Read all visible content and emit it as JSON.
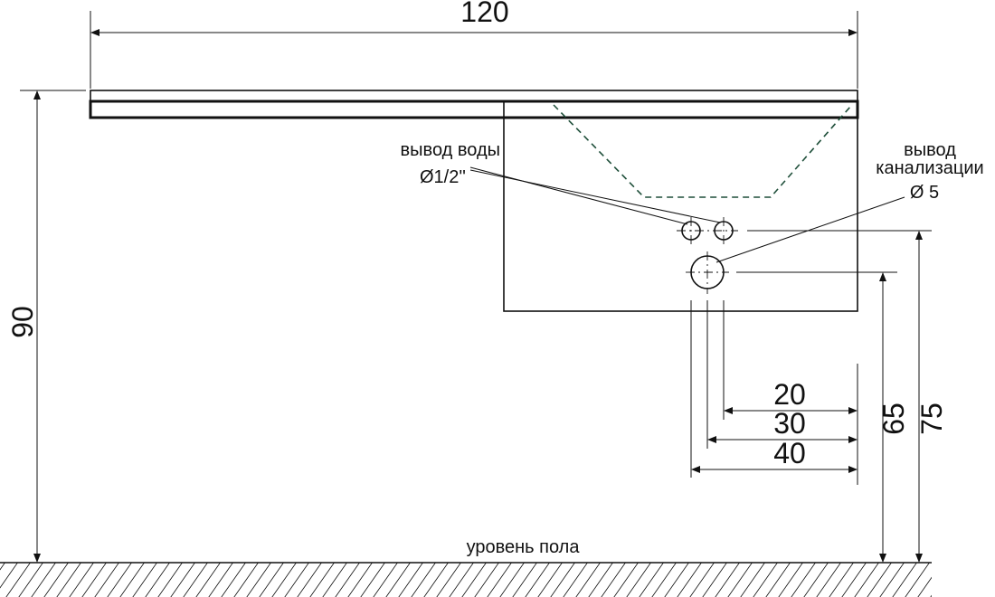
{
  "dimensions": {
    "total_width": "120",
    "total_height": "90",
    "water_outlet_height": "75",
    "drain_height": "65",
    "offset_small": "20",
    "offset_mid": "30",
    "offset_large": "40"
  },
  "labels": {
    "water_outlet_line1": "вывод воды",
    "water_outlet_line2": "Ø1/2''",
    "drain_line1": "вывод",
    "drain_line2": "канализации",
    "drain_line3": "Ø 5",
    "floor_level": "уровень пола"
  },
  "colors": {
    "ink": "#111111",
    "hidden_line": "#1f4f3a"
  }
}
